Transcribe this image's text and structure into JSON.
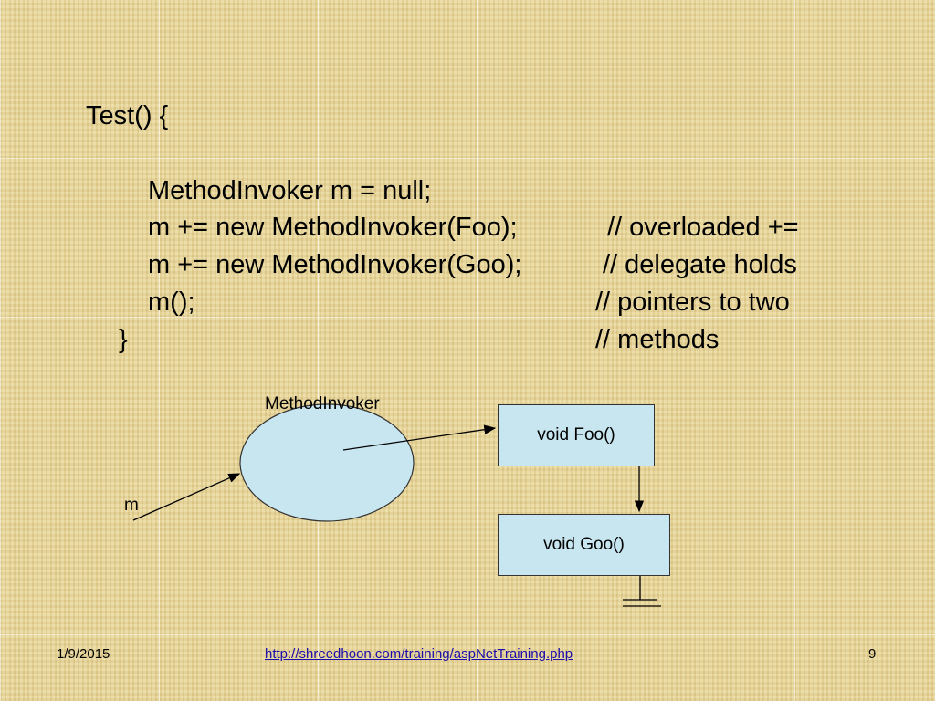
{
  "code": {
    "line1": "Test() {",
    "line2": "MethodInvoker m = null;",
    "line3": "m += new MethodInvoker(Foo);",
    "line4": "m += new MethodInvoker(Goo);",
    "line5": "m();",
    "line6": "}",
    "comment3": "// overloaded +=",
    "comment4": "// delegate holds",
    "comment5": "// pointers to two",
    "comment6": "// methods"
  },
  "diagram": {
    "delegate_label": "MethodInvoker",
    "variable_label": "m",
    "box_foo": "void Foo()",
    "box_goo": "void Goo()",
    "ellipse_color": "#c8e6ef",
    "box_color": "#c8e6ef"
  },
  "footer": {
    "date": "1/9/2015",
    "url": "http://shreedhoon.com/training/aspNetTraining.php",
    "page_number": "9"
  }
}
